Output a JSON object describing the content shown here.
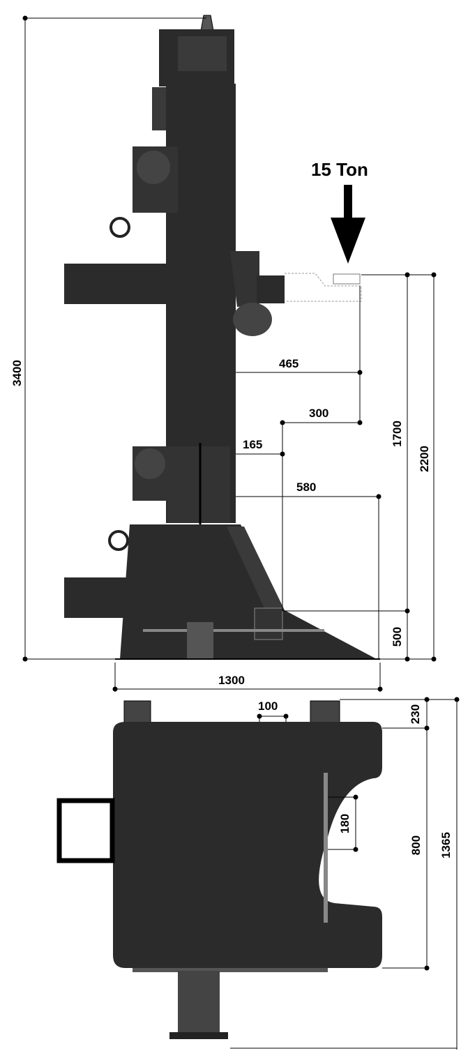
{
  "load": {
    "label": "15 Ton"
  },
  "dimensions": {
    "total_height": "3400",
    "arm_offset": "465",
    "clamp_offset": "300",
    "column_offset": "165",
    "lower_arm_offset": "580",
    "load_height": "1700",
    "top_height": "2200",
    "base_height": "500",
    "base_width": "1300",
    "slot_width": "100",
    "top_margin": "230",
    "slot_depth": "180",
    "plate_depth": "800",
    "overall_depth": "1365"
  },
  "colors": {
    "machine": "#2b2b2b",
    "machine_light": "#4a4a4a",
    "line": "#000000",
    "background": "#ffffff"
  }
}
